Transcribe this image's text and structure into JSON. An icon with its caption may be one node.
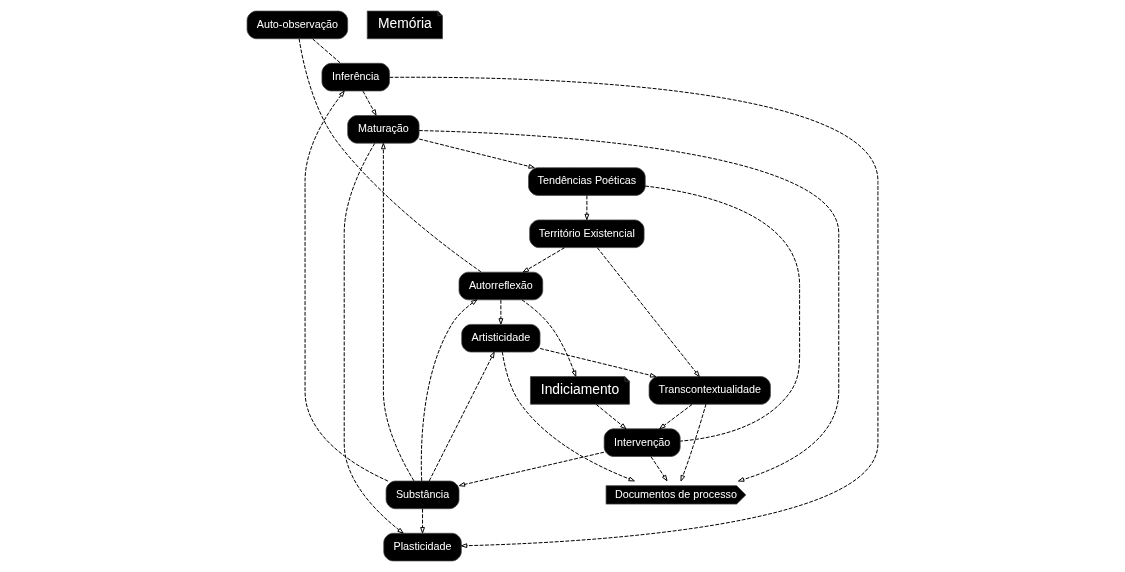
{
  "diagram": {
    "nodes": [
      {
        "text": [
          "Auto-observação"
        ]
      },
      {
        "text": [
          "Inferência"
        ]
      },
      {
        "text": [
          "Artisticidade"
        ]
      },
      {
        "text": [
          "Autorreflexão"
        ]
      },
      {
        "text": [
          "Substância"
        ]
      },
      {
        "text": [
          "Plasticidade"
        ]
      },
      {
        "text": [
          "Memória"
        ]
      },
      {
        "text": [
          "Território Existencial"
        ]
      },
      {
        "text": [
          "Maturação"
        ]
      },
      {
        "text": [
          "Indiciamento"
        ]
      },
      {
        "text": [
          "Transcontextualidade"
        ]
      },
      {
        "text": [
          "Tendências Poéticas"
        ]
      },
      {
        "text": [
          "Intervenção"
        ]
      },
      {
        "text": [
          "Documentos de processo"
        ]
      }
    ],
    "edges": [
      {
        "from": 0,
        "to": 1,
        "arrow": "none",
        "style": "dashed"
      },
      {
        "from": 0,
        "to": 3,
        "arrow": "none",
        "style": "dashed"
      },
      {
        "from": 1,
        "to": 5,
        "arrow": "to",
        "style": "dashed"
      },
      {
        "from": 1,
        "to": 8,
        "arrow": "to",
        "style": "dashed"
      },
      {
        "from": 4,
        "to": 1,
        "arrow": "to",
        "style": "dashed"
      },
      {
        "from": 4,
        "to": 5,
        "arrow": "to",
        "style": "dashed"
      },
      {
        "from": 4,
        "to": 3,
        "arrow": "to",
        "style": "dashed"
      },
      {
        "from": 4,
        "to": 2,
        "arrow": "to",
        "style": "dashed"
      },
      {
        "from": 4,
        "to": 8,
        "arrow": "to",
        "style": "dashed"
      },
      {
        "from": 8,
        "to": 5,
        "arrow": "to",
        "style": "dashed"
      },
      {
        "from": 3,
        "to": 2,
        "arrow": "to",
        "style": "dashed"
      },
      {
        "from": 3,
        "to": 9,
        "arrow": "to",
        "style": "dashed"
      },
      {
        "from": 7,
        "to": 3,
        "arrow": "to",
        "style": "dashed"
      },
      {
        "from": 12,
        "to": 4,
        "arrow": "to",
        "style": "dashed"
      },
      {
        "from": 11,
        "to": 7,
        "arrow": "to",
        "style": "dashed"
      },
      {
        "from": 7,
        "to": 10,
        "arrow": "to",
        "style": "dashed"
      },
      {
        "from": 2,
        "to": 10,
        "arrow": "to",
        "style": "dashed"
      },
      {
        "from": 2,
        "to": 13,
        "arrow": "to",
        "style": "dashed"
      },
      {
        "from": 9,
        "to": 12,
        "arrow": "to",
        "style": "dashed"
      },
      {
        "from": 10,
        "to": 12,
        "arrow": "to",
        "style": "dashed"
      },
      {
        "from": 10,
        "to": 13,
        "arrow": "to",
        "style": "dashed"
      },
      {
        "from": 12,
        "to": 13,
        "arrow": "to",
        "style": "dashed"
      },
      {
        "from": 11,
        "to": 12,
        "arrow": "none",
        "style": "dashed"
      },
      {
        "from": 8,
        "to": 11,
        "arrow": "to",
        "style": "dashed"
      },
      {
        "from": 8,
        "to": 13,
        "arrow": "to",
        "style": "dashed"
      }
    ]
  }
}
